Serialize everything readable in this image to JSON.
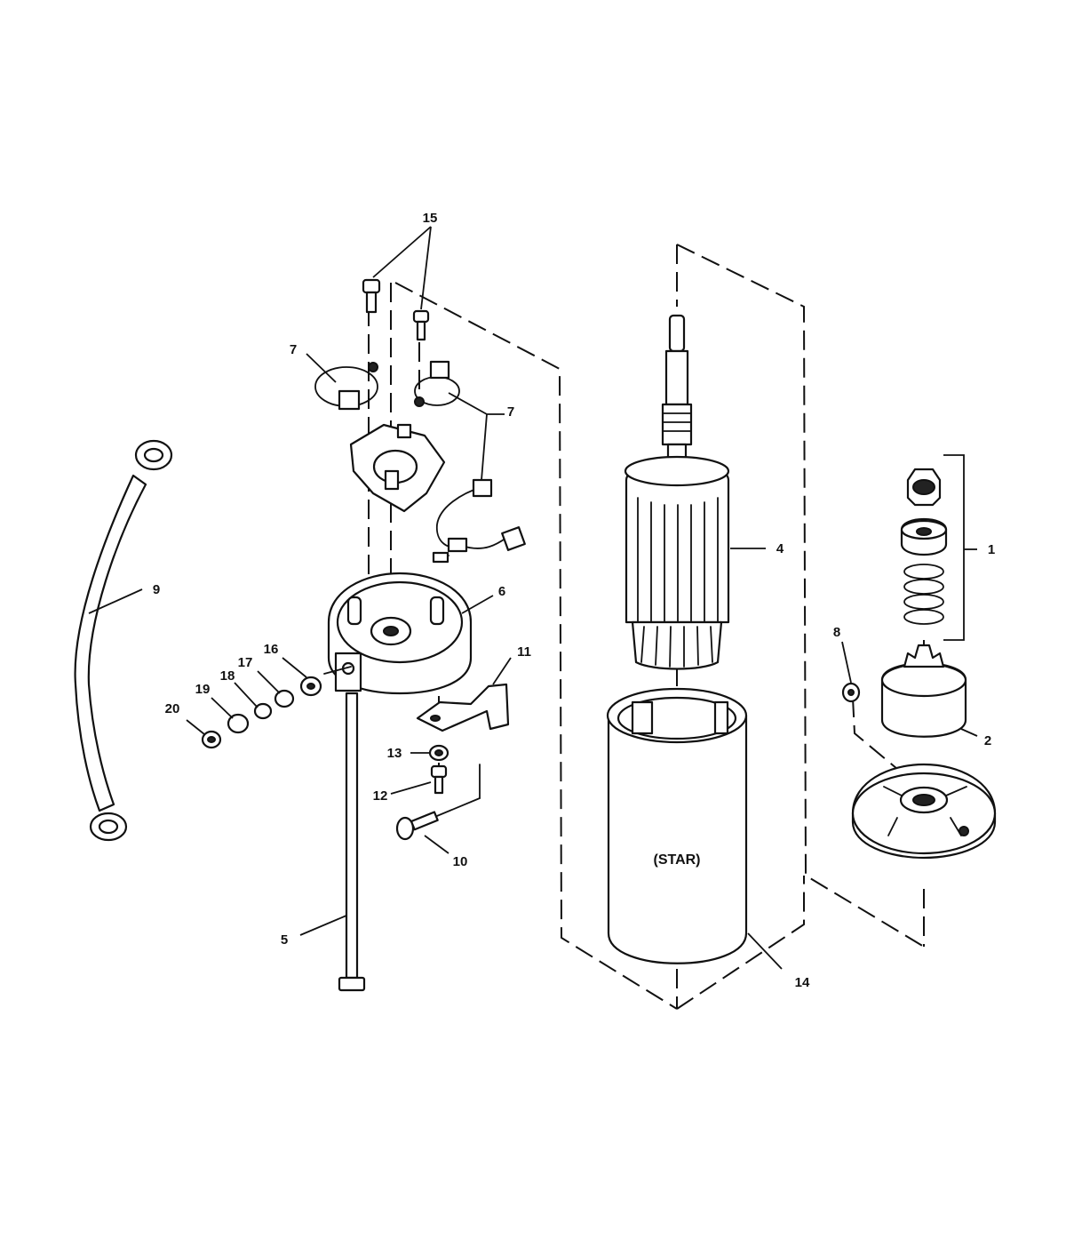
{
  "diagram": {
    "housing_text": "(STAR)",
    "callouts": [
      {
        "id": "c15",
        "label": "15"
      },
      {
        "id": "c7a",
        "label": "7"
      },
      {
        "id": "c7b",
        "label": "7"
      },
      {
        "id": "c9",
        "label": "9"
      },
      {
        "id": "c6",
        "label": "6"
      },
      {
        "id": "c16",
        "label": "16"
      },
      {
        "id": "c17",
        "label": "17"
      },
      {
        "id": "c18",
        "label": "18"
      },
      {
        "id": "c19",
        "label": "19"
      },
      {
        "id": "c20",
        "label": "20"
      },
      {
        "id": "c11",
        "label": "11"
      },
      {
        "id": "c13",
        "label": "13"
      },
      {
        "id": "c12",
        "label": "12"
      },
      {
        "id": "c10",
        "label": "10"
      },
      {
        "id": "c5",
        "label": "5"
      },
      {
        "id": "c4",
        "label": "4"
      },
      {
        "id": "c14",
        "label": "14"
      },
      {
        "id": "c1",
        "label": "1"
      },
      {
        "id": "c8",
        "label": "8"
      },
      {
        "id": "c2",
        "label": "2"
      }
    ]
  }
}
